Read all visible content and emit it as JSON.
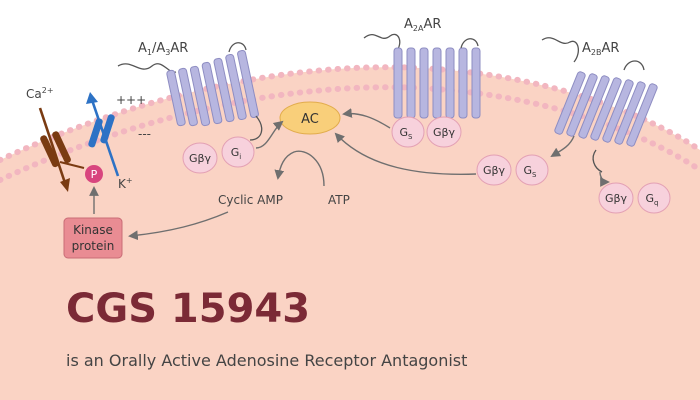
{
  "colors": {
    "background": "#ffffff",
    "cell_fill": "#fad3c4",
    "membrane_dots": "#f2b6c0",
    "receptor": "#b7b6e0",
    "receptor_stroke": "#8e8dc2",
    "ac_fill": "#f9cf7a",
    "g_protein_fill": "#f7d1dc",
    "g_protein_stroke": "#e3a0b4",
    "kinase_fill": "#e98c93",
    "phospho_fill": "#d8457e",
    "calcium_channel": "#7a3b12",
    "potassium_channel": "#2d72c5",
    "arrow": "#6f6f6f",
    "title": "#7b2a36",
    "subtitle": "#444444"
  },
  "receptors": {
    "a1a3": {
      "label_main": "A",
      "label_sub1": "1",
      "label_mid": "/A",
      "label_sub2": "3",
      "label_end": "AR"
    },
    "a2a": {
      "label_main": "A",
      "label_sub": "2A",
      "label_end": "AR"
    },
    "a2b": {
      "label_main": "A",
      "label_sub": "2B",
      "label_end": "AR"
    }
  },
  "ions": {
    "calcium": {
      "label": "Ca",
      "superscript": "2+"
    },
    "potassium": {
      "label": "K",
      "superscript": "+"
    },
    "plus_charges": "+++",
    "minus_charges": "---"
  },
  "enzymes": {
    "ac_label": "AC",
    "phospho_label": "P",
    "kinase_line1": "Kinase",
    "kinase_line2": "protein"
  },
  "g_proteins": {
    "gbg": "Gβγ",
    "gi_main": "G",
    "gi_sub": "i",
    "gs_main": "G",
    "gs_sub": "S",
    "gq_main": "G",
    "gq_sub": "q"
  },
  "metabolites": {
    "cyclic_amp": "Cyclic AMP",
    "atp": "ATP"
  },
  "title": "CGS 15943",
  "subtitle": "is an Orally Active Adenosine Receptor Antagonist"
}
